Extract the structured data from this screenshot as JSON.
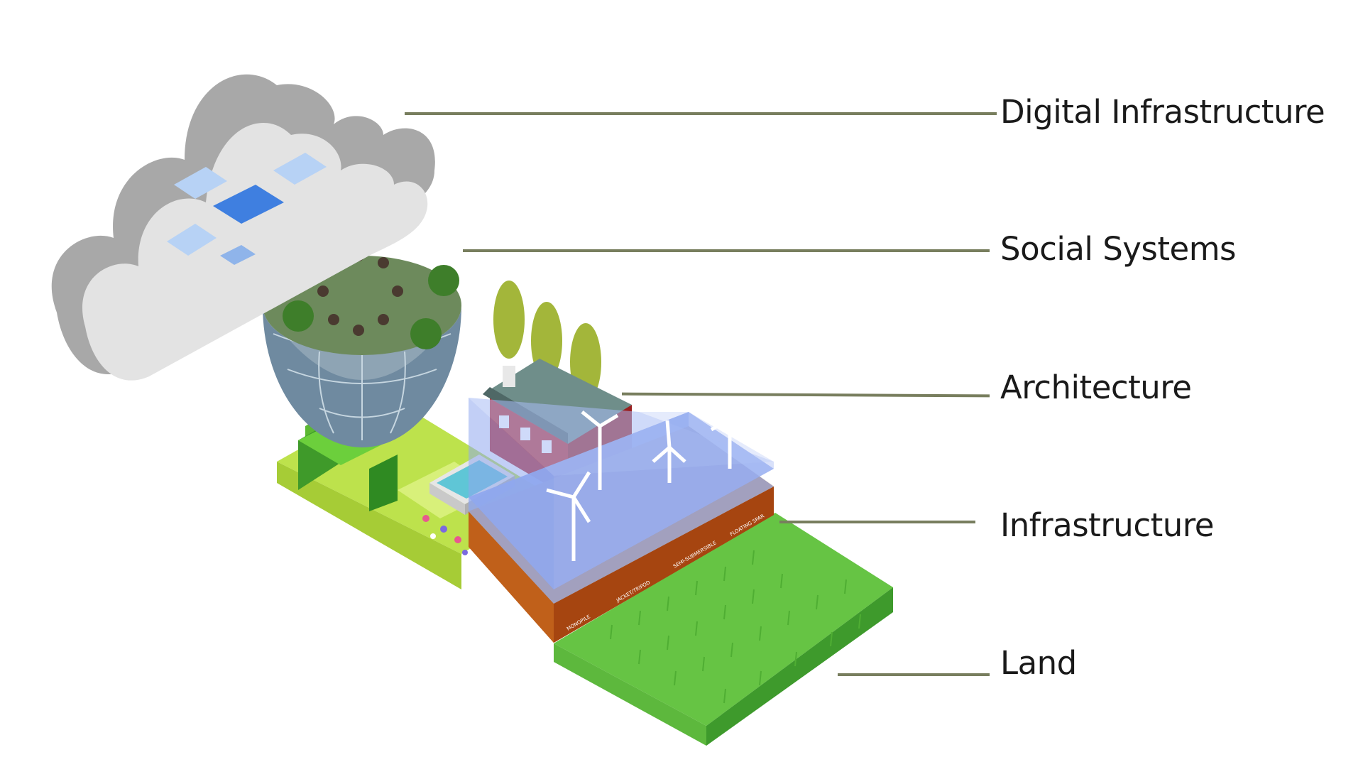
{
  "layers": [
    {
      "key": "digital",
      "label": "Digital Infrastructure"
    },
    {
      "key": "social",
      "label": "Social Systems"
    },
    {
      "key": "architecture",
      "label": "Architecture"
    },
    {
      "key": "infrastructure",
      "label": "Infrastructure"
    },
    {
      "key": "land",
      "label": "Land"
    }
  ],
  "foundation_labels": [
    "MONOPILE",
    "JACKET/TRIPOD",
    "SEMI-SUBMERSIBLE",
    "FLOATING SPAR"
  ],
  "colors": {
    "leader": "#787e5e",
    "cloud": "#cfcfcf",
    "grass": "#6cc84a",
    "soil": "#c0601a",
    "water": "#8fa8ef",
    "house": "#b8282a",
    "roof": "#6f8e8a"
  }
}
